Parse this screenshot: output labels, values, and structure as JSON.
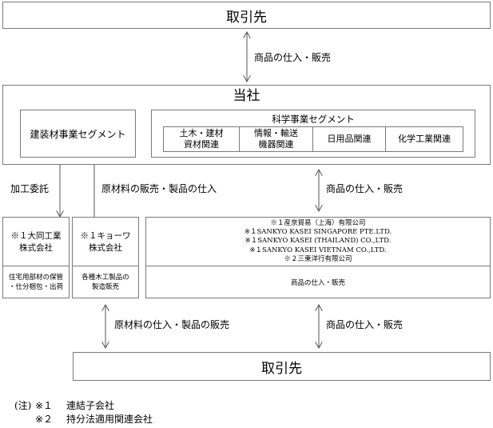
{
  "top_box": {
    "label": "取引先"
  },
  "bottom_box": {
    "label": "取引先"
  },
  "company": {
    "title": "当社",
    "construction_segment": "建装材事業セグメント",
    "science_segment": {
      "title": "科学事業セグメント",
      "divisions": [
        {
          "line1": "土木・建材",
          "line2": "資材関連"
        },
        {
          "line1": "情報・輸送",
          "line2": "機器関連"
        },
        {
          "line1": "日用品関連",
          "line2": ""
        },
        {
          "line1": "化学工業関連",
          "line2": ""
        }
      ]
    }
  },
  "arrows": {
    "top_to_company": "商品の仕入・販売",
    "processing": "加工委託",
    "raw_material_top": "原材料の販売・製品の仕入",
    "science_to_subs": "商品の仕入・販売",
    "raw_material_bottom": "原材料の仕入・製品の販売",
    "subs_to_bottom": "商品の仕入・販売"
  },
  "subsidiaries": {
    "daido": {
      "name_line1": "※１大同工業",
      "name_line2": "株式会社",
      "desc_line1": "住宅用部材の保管",
      "desc_line2": "・仕分梱包・出荷"
    },
    "kyowa": {
      "name_line1": "※１キョーワ",
      "name_line2": "株式会社",
      "desc_line1": "各種木工製品の",
      "desc_line2": "製造販売"
    },
    "overseas": {
      "companies": [
        "※１産京貿易（上海）有限公司",
        "※１SANKYO KASEI SINGAPORE PTE.LTD.",
        "※１SANKYO KASEI (THAILAND) CO.,LTD.",
        "※１SANKYO KASEI VIETNAM CO.,LTD.",
        "※２三東洋行有限公司"
      ],
      "desc": "商品の仕入・販売"
    }
  },
  "notes": {
    "prefix": "(注)",
    "note1_mark": "※１",
    "note1_text": "連結子会社",
    "note2_mark": "※２",
    "note2_text": "持分法適用関連会社"
  }
}
